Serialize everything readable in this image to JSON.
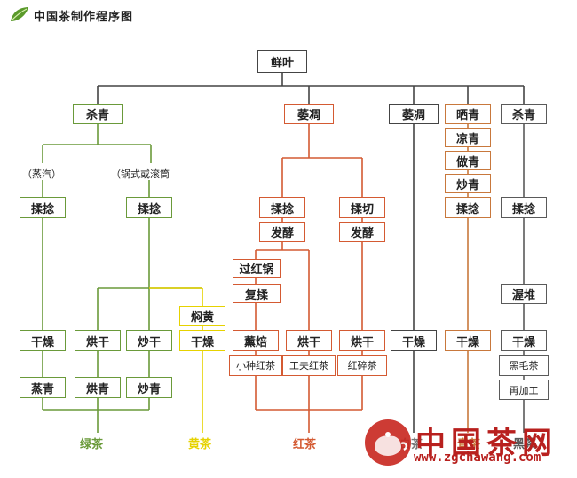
{
  "title": "中国茶制作程序图",
  "nodes": {
    "xianye": "鲜叶",
    "shaqing1": "杀青",
    "weidiao1": "萎凋",
    "weidiao2": "萎凋",
    "shaiqing": "晒青",
    "shaqing2": "杀青",
    "zhengqi": "（蒸汽）",
    "guoshi": "（锅式或滚筒",
    "rounian1": "揉捻",
    "rounian2": "揉捻",
    "rounian3": "揉捻",
    "rouqie": "揉切",
    "fajiao1": "发酵",
    "fajiao2": "发酵",
    "liangqing": "凉青",
    "zuoqing": "做青",
    "chaoqing": "炒青",
    "rounian4": "揉捻",
    "rounian5": "揉捻",
    "guohongguo": "过红锅",
    "furou": "复揉",
    "menhuang": "焖黄",
    "wodui": "渥堆",
    "ganzao1": "干燥",
    "honggan1": "烘干",
    "chaogan": "炒干",
    "ganzao2": "干燥",
    "xunbei": "薰焙",
    "honggan2": "烘干",
    "honggan3": "烘干",
    "ganzao3": "干燥",
    "ganzao4": "干燥",
    "ganzao5": "干燥",
    "zhengqing": "蒸青",
    "hongqing": "烘青",
    "chaoqing2": "炒青",
    "xiaozhong": "小种红茶",
    "gongfu": "工夫红茶",
    "hongsui": "红碎茶",
    "heimao": "黑毛茶",
    "zaijiagong": "再加工"
  },
  "categories": {
    "lv": "绿茶",
    "huang": "黄茶",
    "hong": "红茶",
    "bai": "白茶",
    "qing": "青茶",
    "hei": "黑茶"
  },
  "watermark": {
    "name": "中国茶网",
    "url": "www.zgchawang.com"
  },
  "colors": {
    "green": "#6a9a3a",
    "yellow": "#e6d200",
    "red": "#d45a32",
    "dark": "#444444",
    "orange": "#c8783c",
    "darkgray": "#5a5a5a"
  }
}
